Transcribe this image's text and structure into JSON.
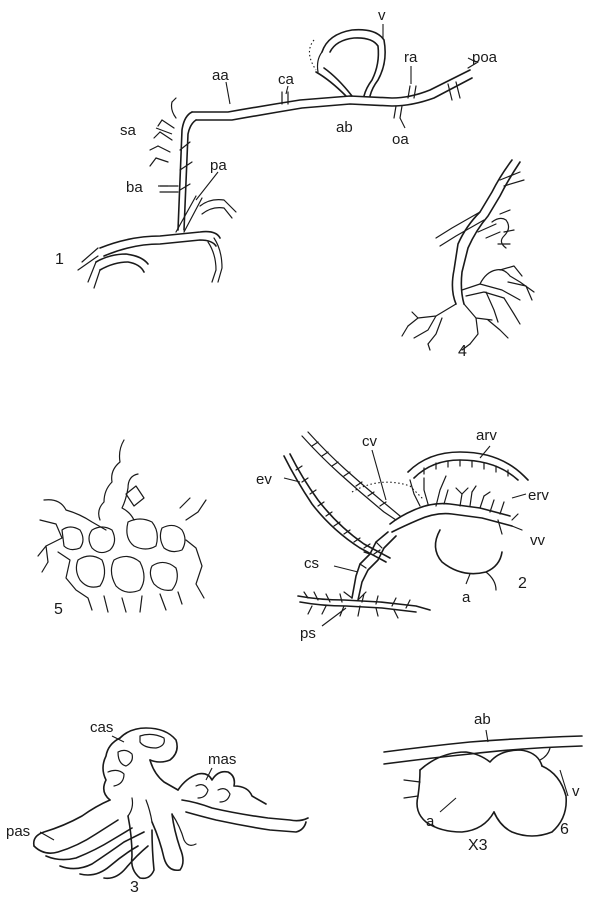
{
  "colors": {
    "ink": "#1a1a1a",
    "paper": "#ffffff"
  },
  "figure1": {
    "number": "1",
    "labels": {
      "v": "v",
      "ra": "ra",
      "poa": "poa",
      "aa": "aa",
      "ca": "ca",
      "sa": "sa",
      "ab": "ab",
      "oa": "oa",
      "ba": "ba",
      "pa": "pa"
    }
  },
  "figure4": {
    "number": "4"
  },
  "figure2": {
    "number": "2",
    "labels": {
      "cv": "cv",
      "arv": "arv",
      "ev": "ev",
      "erv": "erv",
      "vv": "vv",
      "cs": "cs",
      "a": "a",
      "ps": "ps"
    }
  },
  "figure5": {
    "number": "5"
  },
  "figure3": {
    "number": "3",
    "labels": {
      "cas": "cas",
      "mas": "mas",
      "pas": "pas"
    }
  },
  "figure6": {
    "number": "6",
    "labels": {
      "ab": "ab",
      "v": "v",
      "a": "a"
    },
    "magnification": "X3"
  }
}
